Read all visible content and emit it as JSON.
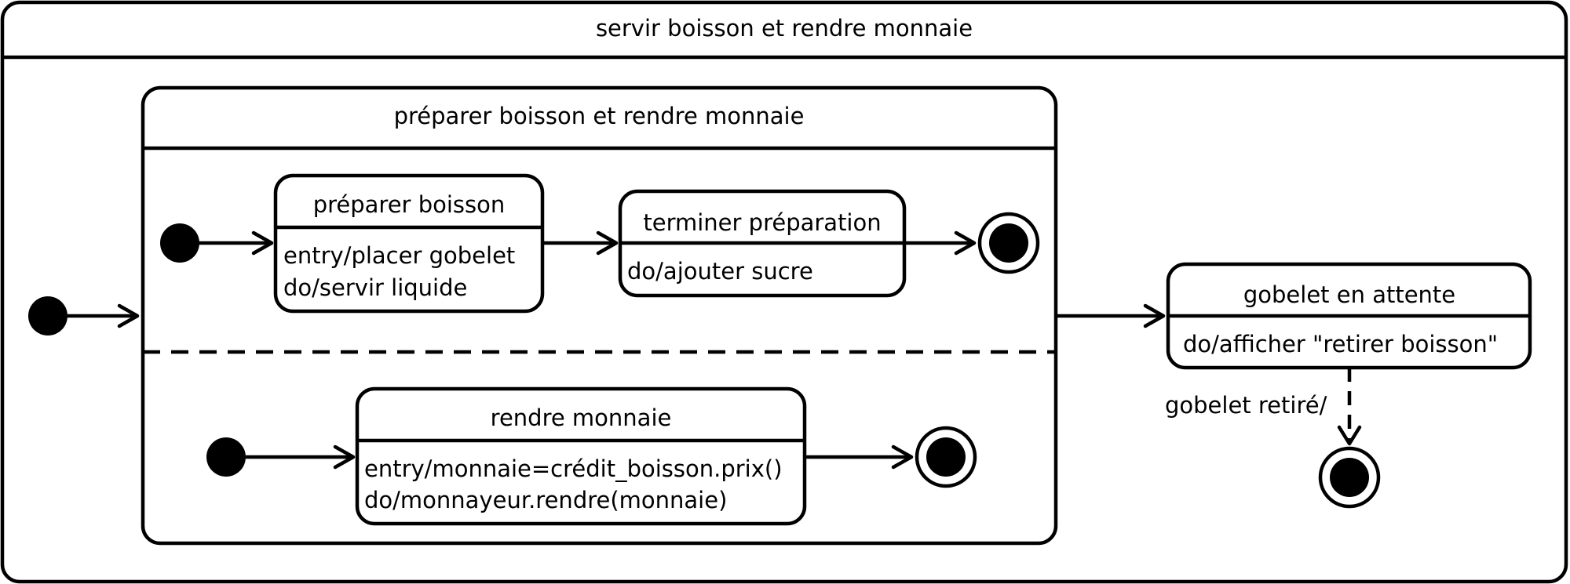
{
  "diagram": {
    "outer_state": {
      "name": "servir boisson et rendre monnaie"
    },
    "composite_state": {
      "name": "préparer boisson et rendre monnaie"
    },
    "states": {
      "preparer_boisson": {
        "name": "préparer boisson",
        "actions": [
          "entry/placer gobelet",
          "do/servir liquide"
        ]
      },
      "terminer_preparation": {
        "name": "terminer préparation",
        "actions": [
          "do/ajouter sucre"
        ]
      },
      "rendre_monnaie": {
        "name": "rendre monnaie",
        "actions": [
          "entry/monnaie=crédit_boisson.prix()",
          "do/monnayeur.rendre(monnaie)"
        ]
      },
      "gobelet_en_attente": {
        "name": "gobelet en attente",
        "actions": [
          "do/afficher \"retirer boisson\""
        ]
      }
    },
    "transitions": {
      "gobelet_retire": "gobelet retiré/"
    }
  }
}
